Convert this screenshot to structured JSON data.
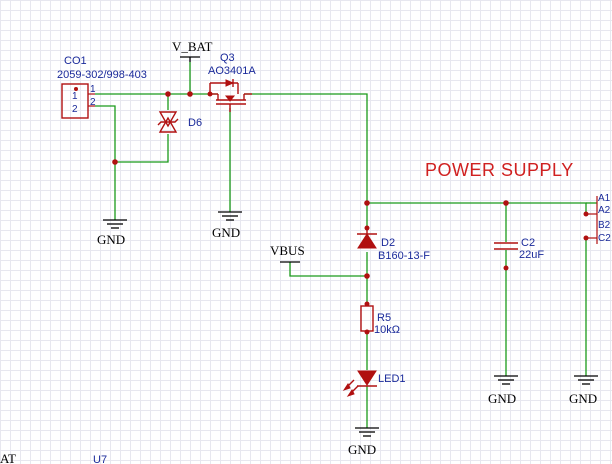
{
  "title": "POWER SUPPLY",
  "nets": {
    "v_bat": "V_BAT",
    "vbus": "VBUS",
    "gnd": "GND",
    "edge_left": "AT"
  },
  "components": {
    "co1": {
      "ref": "CO1",
      "value": "2059-302/998-403",
      "pin1": "1",
      "pin2": "2"
    },
    "q3": {
      "ref": "Q3",
      "value": "AO3401A"
    },
    "d6": {
      "ref": "D6"
    },
    "d2": {
      "ref": "D2",
      "value": "B160-13-F"
    },
    "c2": {
      "ref": "C2",
      "value": "22uF"
    },
    "r5": {
      "ref": "R5",
      "value": "10kΩ"
    },
    "led1": {
      "ref": "LED1"
    },
    "u7": {
      "ref": "U7"
    }
  },
  "connector_pins": [
    "A1",
    "A2",
    "B2",
    "C2"
  ],
  "colors": {
    "wire": "#1a9a1a",
    "component": "#b01010",
    "label": "#1a2a9a",
    "title": "#d02020"
  }
}
